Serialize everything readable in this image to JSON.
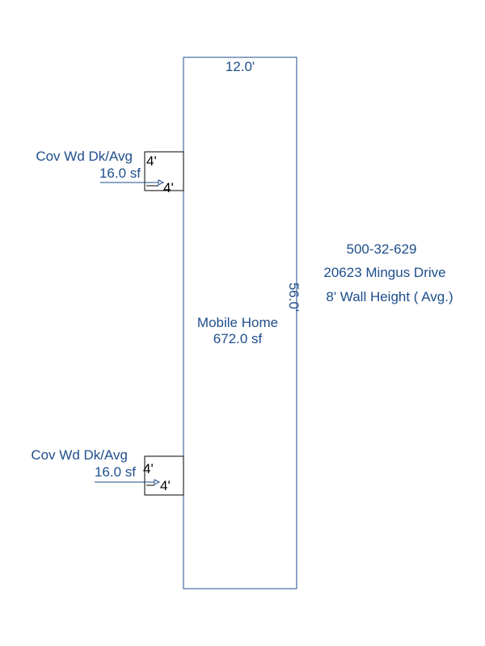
{
  "main_structure": {
    "name": "Mobile Home",
    "area": "672.0 sf",
    "width_label": "12.0'",
    "length_label": "56.0'"
  },
  "decks": [
    {
      "name": "Cov Wd Dk/Avg",
      "area": "16.0 sf",
      "side_a": "4'",
      "side_b": "4'"
    },
    {
      "name": "Cov Wd Dk/Avg",
      "area": "16.0 sf",
      "side_a": "4'",
      "side_b": "4'"
    }
  ],
  "property_info": {
    "parcel_id": "500-32-629",
    "address": "20623 Mingus Drive",
    "wall_height": "8' Wall Height ( Avg.)"
  },
  "colors": {
    "label_blue": "#1f4e8c",
    "deck_black": "#000000"
  }
}
